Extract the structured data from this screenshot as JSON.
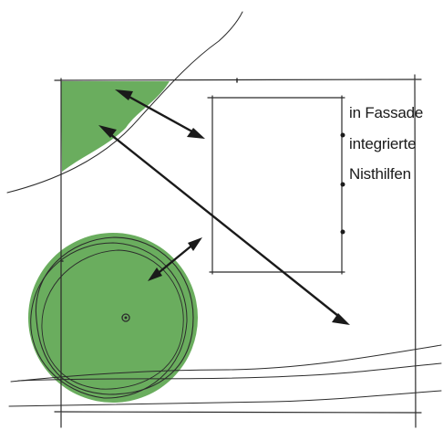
{
  "labels": {
    "line1": "in Fassade",
    "line2": "integrierte",
    "line3": "Nisthilfen"
  },
  "colors": {
    "green": "#6aad5e",
    "ink": "#2b2b2b",
    "background": "#ffffff"
  }
}
